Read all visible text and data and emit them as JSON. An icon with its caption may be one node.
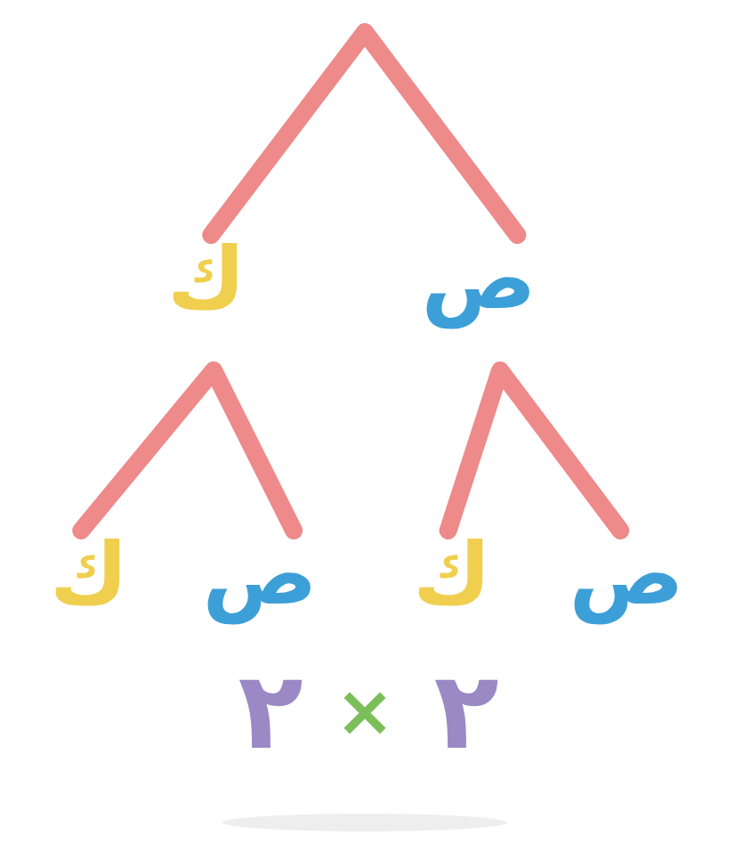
{
  "diagram": {
    "nodes": [
      {
        "text": [
          "ك"
        ]
      },
      {
        "text": [
          "ص"
        ]
      },
      {
        "text": [
          "ك"
        ]
      },
      {
        "text": [
          "ص"
        ]
      },
      {
        "text": [
          "ك"
        ]
      },
      {
        "text": [
          "ص"
        ]
      }
    ],
    "edges": [
      {
        "from": 0,
        "to": 1,
        "arrow": "none"
      },
      {
        "from": 2,
        "to": 3,
        "arrow": "none"
      },
      {
        "from": 4,
        "to": 5,
        "arrow": "none"
      }
    ],
    "labels": [
      "٢",
      "×",
      "٢"
    ]
  }
}
